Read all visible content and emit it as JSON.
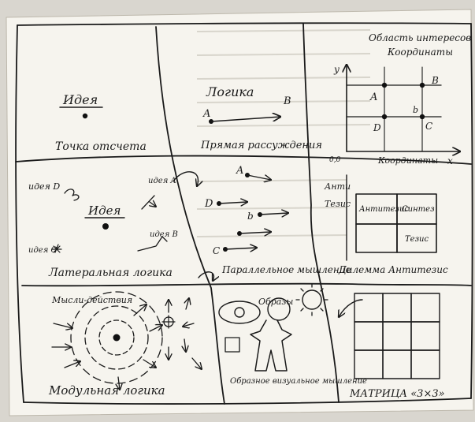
{
  "cells": {
    "idea": {
      "title": "Идея",
      "caption": "Точка отсчета"
    },
    "logic": {
      "title": "Логика",
      "point_a": "A",
      "point_b": "B",
      "caption": "Прямая рассуждения"
    },
    "coords": {
      "title_line1": "Область интересов",
      "title_line2": "Координаты",
      "axis_y": "y",
      "axis_x": "x",
      "origin": "0,0",
      "point_a": "A",
      "point_b": "B",
      "point_c": "C",
      "point_d": "D",
      "point_b2": "b",
      "x_caption": "Координаты"
    },
    "lateral": {
      "title": "Идея",
      "idea_d": "идея D",
      "idea_a": "идея A",
      "idea_b": "идея B",
      "idea_c": "идея C",
      "caption": "Латеральная логика"
    },
    "parallel": {
      "label_a": "A",
      "label_d": "D",
      "label_b": "b",
      "label_c": "C",
      "caption": "Параллельное мышление"
    },
    "thesis": {
      "anti": "Анти",
      "thesis": "Тезис",
      "box_anti": "Антитезис",
      "box_synthesis": "Синтез",
      "box_thesis": "Тезис",
      "caption": "Дилемма Антитезис"
    },
    "modular": {
      "label_top": "Мысли-действия",
      "caption": "Модульная логика"
    },
    "visual": {
      "label_top": "Образы",
      "caption": "Образное визуальное мышление"
    },
    "matrix": {
      "caption": "МАТРИЦА «3×3»"
    }
  }
}
